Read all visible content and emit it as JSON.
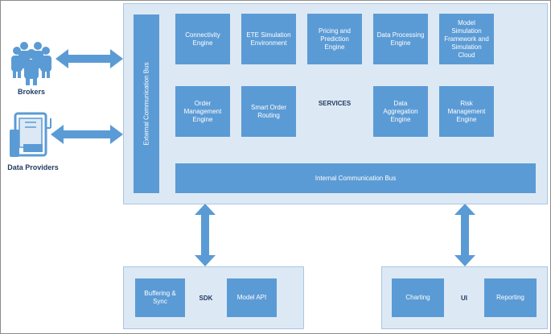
{
  "external": {
    "brokers": "Brokers",
    "data_providers": "Data Providers",
    "bus": "External Communication Bus"
  },
  "services": {
    "label": "SERVICES",
    "row1": [
      "Connectivity\nEngine",
      "ETE Simulation\nEnvironment",
      "Pricing and\nPrediction\nEngine",
      "Data Processing\nEngine",
      "Model\nSimulation\nFramework and\nSimulation\nCloud"
    ],
    "row2": [
      "Order\nManagement\nEngine",
      "Smart Order\nRouting",
      "Data\nAggregation\nEngine",
      "Risk\nManagement\nEngine"
    ],
    "internal_bus": "Internal Communication Bus"
  },
  "sdk": {
    "label": "SDK",
    "items": [
      "Buffering &\nSync",
      "Model API"
    ]
  },
  "ui": {
    "label": "UI",
    "items": [
      "Charting",
      "Reporting"
    ]
  },
  "colors": {
    "box": "#5b9bd5",
    "panel": "#dce9f5",
    "icon": "#5b9bd5",
    "text": "#1f3a5f"
  }
}
